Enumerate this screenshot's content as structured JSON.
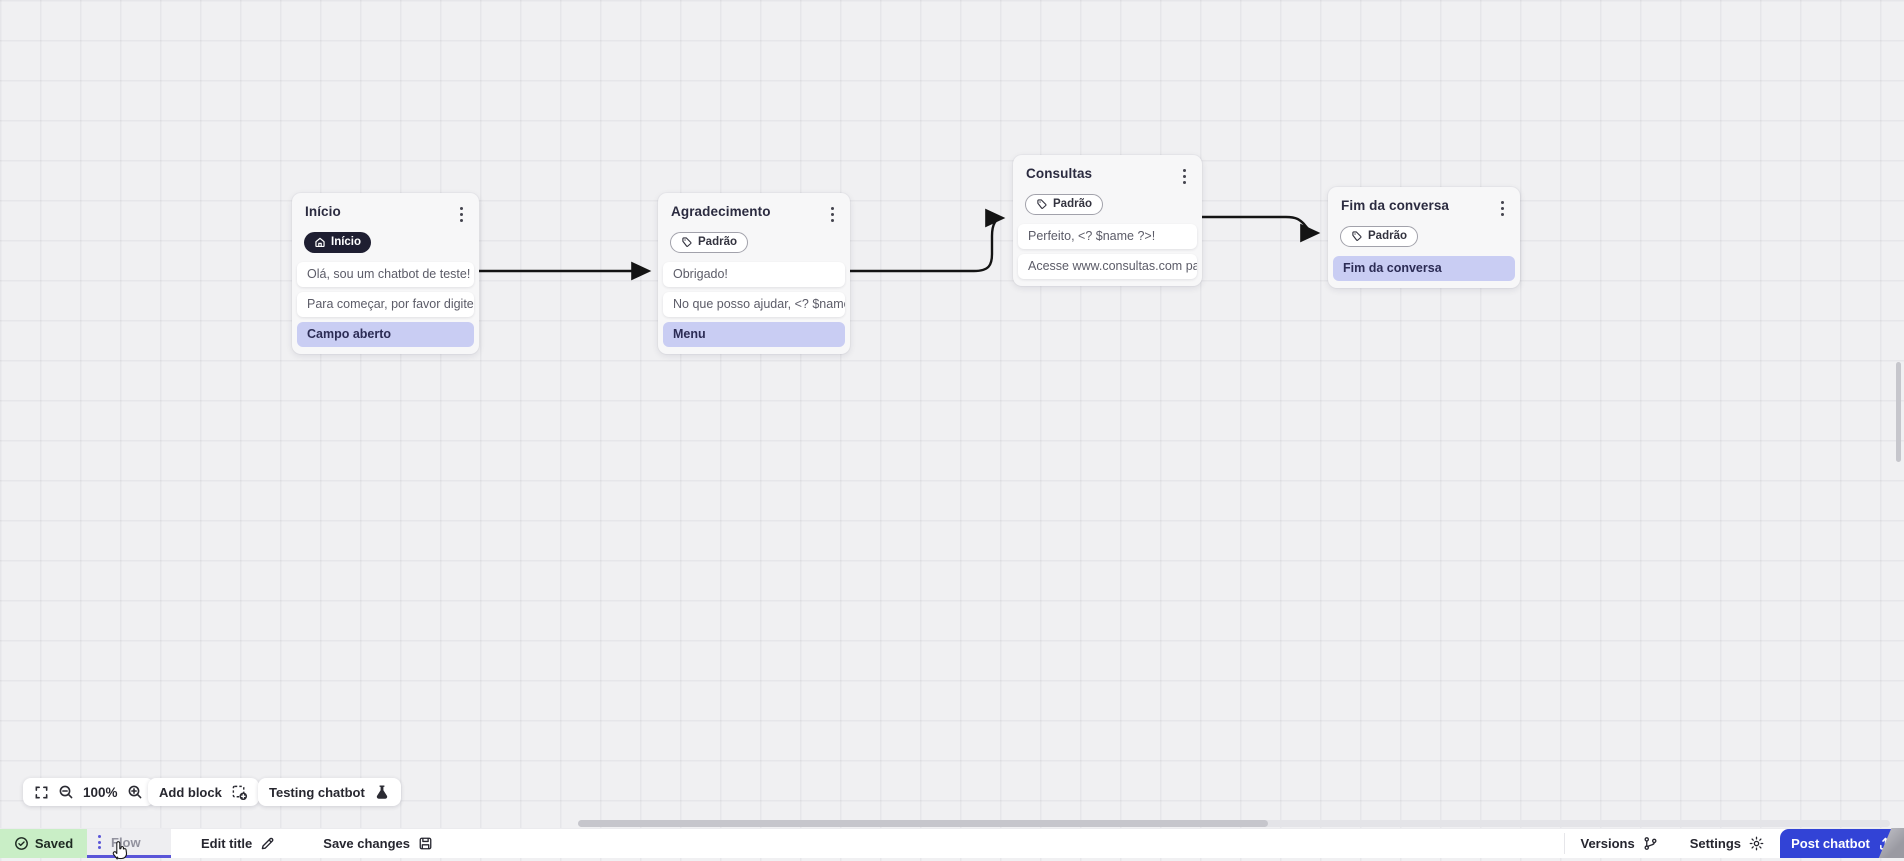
{
  "canvas": {
    "nodes": [
      {
        "title": "Início",
        "badge": {
          "icon": "home-icon",
          "label": "Início"
        },
        "blocks": [
          "Olá, sou um chatbot de teste!",
          "Para começar, por favor digite o ...",
          "Campo aberto"
        ]
      },
      {
        "title": "Agradecimento",
        "badge": {
          "icon": "tag-icon",
          "label": "Padrão"
        },
        "blocks": [
          "Obrigado!",
          "No que posso ajudar, <? $name ...",
          "Menu"
        ]
      },
      {
        "title": "Consultas",
        "badge": {
          "icon": "tag-icon",
          "label": "Padrão"
        },
        "blocks": [
          "Perfeito, <? $name ?>!",
          "Acesse www.consultas.com par..."
        ]
      },
      {
        "title": "Fim da conversa",
        "badge": {
          "icon": "tag-icon",
          "label": "Padrão"
        },
        "blocks": [
          "Fim da conversa"
        ]
      }
    ]
  },
  "toolbar": {
    "zoom_level": "100%",
    "add_block": "Add block",
    "testing_chatbot": "Testing chatbot"
  },
  "statusbar": {
    "saved": "Saved",
    "flow_tab": "Flow",
    "edit_title": "Edit title",
    "save_changes": "Save changes",
    "versions": "Versions",
    "settings": "Settings",
    "post_chatbot": "Post chatbot"
  },
  "colors": {
    "accent_indigo": "#5a55d8",
    "post_button_blue": "#3243d6",
    "saved_green_bg": "#c9eec6",
    "input_block_lavender": "#c9cdf3",
    "dark_badge": "#1e1e31",
    "edge_black": "#141414",
    "canvas_bg": "#f0f0f2"
  }
}
